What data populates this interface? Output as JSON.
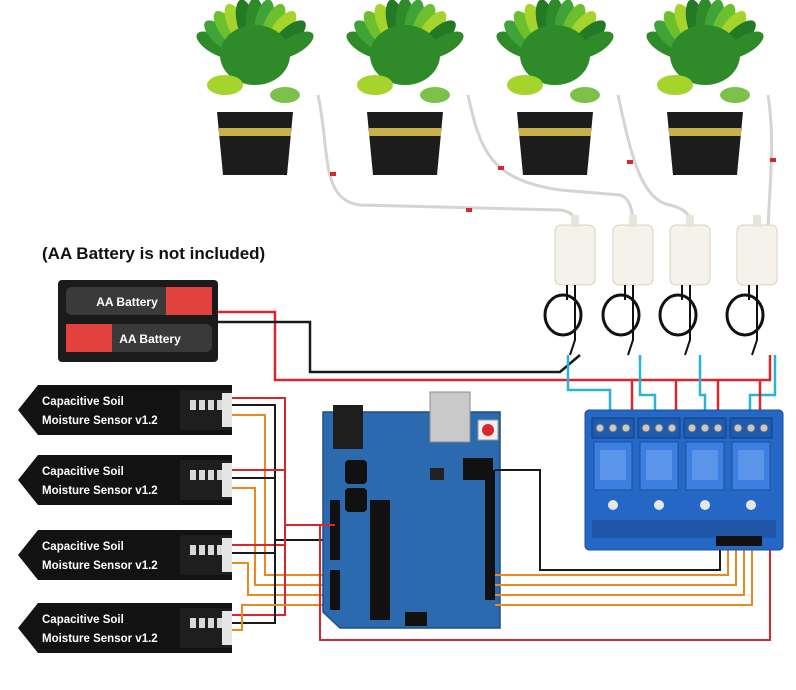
{
  "caption": "(AA Battery is not included)",
  "battery_pack": {
    "cells": [
      "AA Battery",
      "AA Battery"
    ]
  },
  "sensors": [
    {
      "line1": "Capacitive Soil",
      "line2": "Moisture Sensor v1.2"
    },
    {
      "line1": "Capacitive Soil",
      "line2": "Moisture Sensor v1.2"
    },
    {
      "line1": "Capacitive Soil",
      "line2": "Moisture Sensor v1.2"
    },
    {
      "line1": "Capacitive Soil",
      "line2": "Moisture Sensor v1.2"
    }
  ],
  "plants_count": 4,
  "pumps_count": 4,
  "relay_channels": 4,
  "colors": {
    "wire_red": "#d9262b",
    "wire_black": "#1a1a1a",
    "wire_cyan": "#2bb3d6",
    "wire_orange": "#e88a1e",
    "board_blue": "#2c6ab0",
    "relay_blue": "#2567c4",
    "battery_red": "#e2413d",
    "tube": "#d9d9d9"
  }
}
